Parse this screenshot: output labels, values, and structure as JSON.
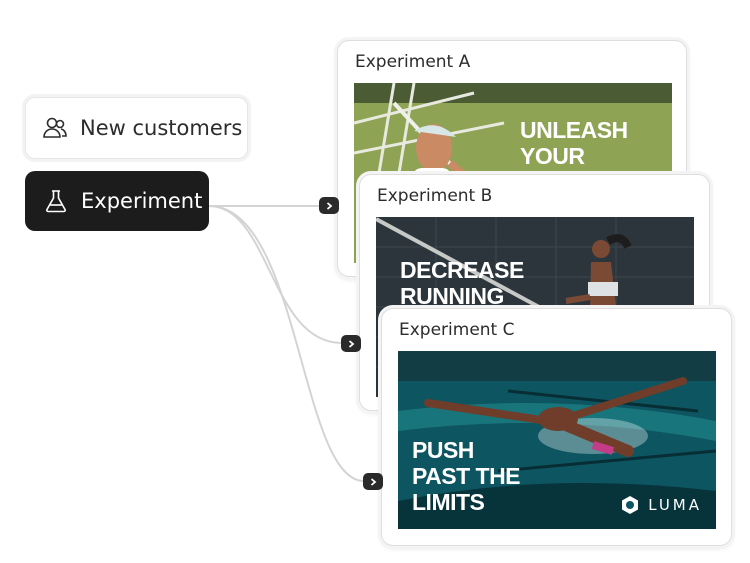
{
  "segment_node": {
    "label": "New customers",
    "icon": "users-icon"
  },
  "experiment_node": {
    "label": "Experiment",
    "icon": "flask-icon"
  },
  "experiments": [
    {
      "title": "Experiment A",
      "headline": "UNLEASH\nYOUR\nPOTENTIAL",
      "accent": "#8fa355"
    },
    {
      "title": "Experiment B",
      "headline": "DECREASE\nRUNNING",
      "accent": "#2c353b"
    },
    {
      "title": "Experiment C",
      "headline": "PUSH\nPAST THE\nLIMITS",
      "accent": "#0d5560",
      "brand": "LUMA"
    }
  ],
  "colors": {
    "node_dark": "#1c1c1c",
    "connector": "#d4d4d4",
    "chip": "#2a2a2a"
  }
}
